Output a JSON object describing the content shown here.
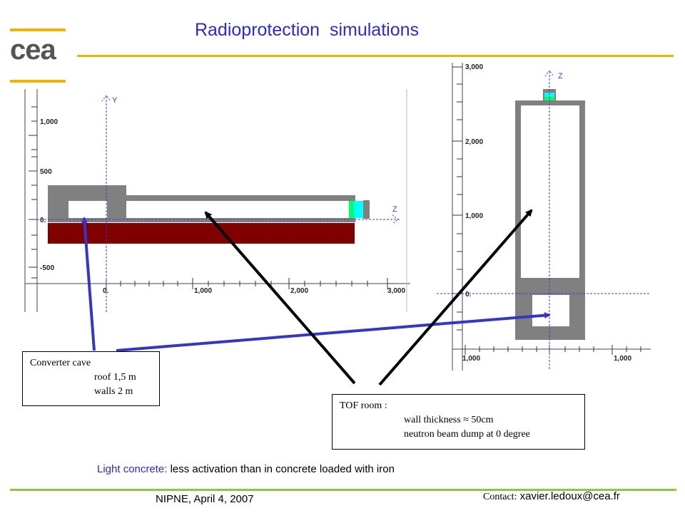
{
  "slide": {
    "title": "Radioprotection  simulations",
    "logo_text": "cea",
    "accent_color": "#f0b400",
    "title_color": "#2a2ad0"
  },
  "left_view": {
    "y_ticks": [
      "1,000",
      "500",
      "0.",
      "-500"
    ],
    "x_ticks": [
      "0.",
      "1,000",
      "2,000",
      "3,000"
    ],
    "vertical_axis_label": "Y",
    "horizontal_axis_label": "Z"
  },
  "right_view": {
    "y_ticks": [
      "3,000",
      "2,000",
      "1,000",
      "0."
    ],
    "x_ticks": [
      "1,000",
      "1,000"
    ],
    "vertical_axis_label": "Z"
  },
  "converter_box": {
    "line1": "Converter cave",
    "line2": "roof 1,5 m",
    "line3": "walls 2 m"
  },
  "tof_box": {
    "line1": "TOF room :",
    "line2": "wall thickness ≈ 50cm",
    "line3": "neutron beam dump at 0 degree"
  },
  "note": {
    "label": "Light concrete:",
    "text": "less activation than in concrete loaded with iron"
  },
  "footer": {
    "left": "NIPNE, April 4, 2007",
    "contact_label": "Contact:",
    "contact_email": "xavier.ledoux@cea.fr"
  },
  "colors": {
    "concrete": "#808080",
    "ground": "#800000",
    "beam_dump_green": "#00ff66",
    "beam_dump_cyan": "#00ffff",
    "axis_blue": "#3b3bd6",
    "arrow_blue": "#3535c8"
  }
}
